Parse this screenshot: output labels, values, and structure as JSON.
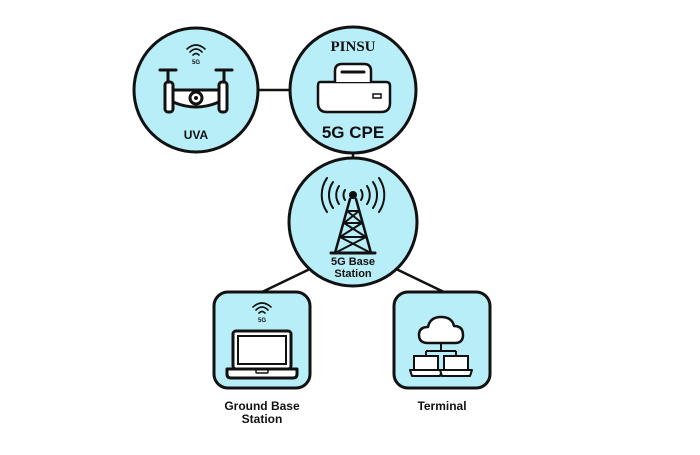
{
  "colors": {
    "node_fill": "#b8eef7",
    "stroke": "#111111",
    "background": "#ffffff"
  },
  "nodes": {
    "uva": {
      "label": "UVA",
      "wifi_badge": "5G"
    },
    "cpe": {
      "brand": "PINSU",
      "label": "5G CPE"
    },
    "base_station": {
      "label_line1": "5G Base",
      "label_line2": "Station"
    },
    "ground_base_station": {
      "label_line1": "Ground Base",
      "label_line2": "Station",
      "wifi_badge": "5G"
    },
    "terminal": {
      "label": "Terminal"
    }
  },
  "icons": {
    "uva": "drone-icon",
    "cpe": "router-icon",
    "base_station": "radio-tower-icon",
    "ground_base_station": "laptop-icon",
    "terminal": "cloud-network-icon",
    "wifi": "wifi-icon"
  }
}
